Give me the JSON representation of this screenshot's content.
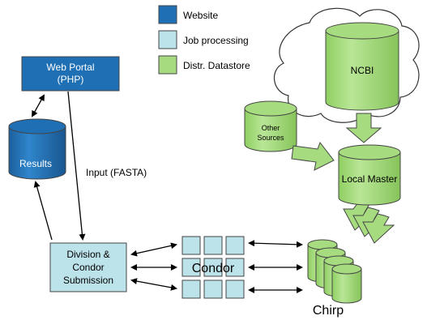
{
  "legend": {
    "items": [
      {
        "label": "Website",
        "color": "#1f6fb5"
      },
      {
        "label": "Job processing",
        "color": "#bde3ea"
      },
      {
        "label": "Distr. Datastore",
        "color": "#a6dc7f"
      }
    ]
  },
  "nodes": {
    "web_portal": {
      "line1": "Web Portal",
      "line2": "(PHP)"
    },
    "results": {
      "label": "Results"
    },
    "division": {
      "line1": "Division &",
      "line2": "Condor",
      "line3": "Submission"
    },
    "condor": {
      "label": "Condor"
    },
    "ncbi": {
      "label": "NCBI"
    },
    "other_sources": {
      "line1": "Other",
      "line2": "Sources"
    },
    "local_master": {
      "label": "Local Master"
    },
    "chirp": {
      "label": "Chirp"
    }
  },
  "edges": {
    "input_label": "Input (FASTA)"
  },
  "colors": {
    "website": "#1f6fb5",
    "job": "#bde3ea",
    "datastore": "#a6dc7f",
    "outline": "#444444"
  }
}
